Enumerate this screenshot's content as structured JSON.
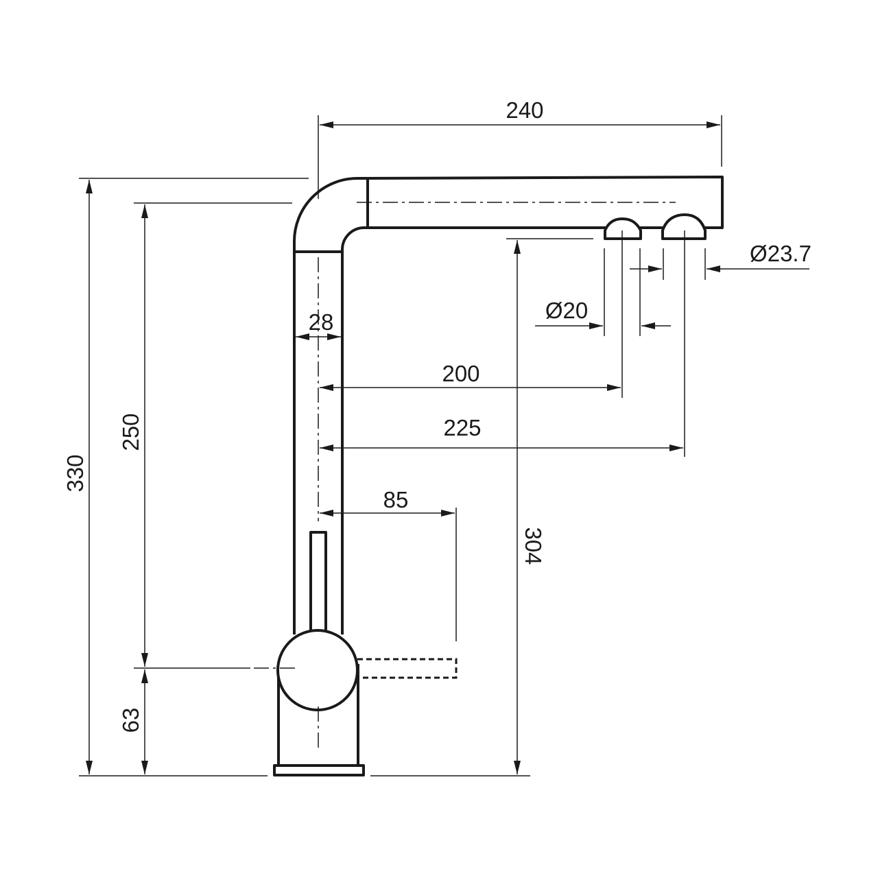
{
  "dimensions": {
    "total_width": "240",
    "total_height": "330",
    "pivot_height": "250",
    "base_height": "63",
    "spout_height": "304",
    "body_diameter": "28",
    "reach_outlet_1": "200",
    "reach_outlet_2": "225",
    "lever_reach": "85",
    "outlet_1_diameter": "Ø20",
    "outlet_2_diameter": "Ø23.7"
  },
  "colors": {
    "line": "#1a1a1a",
    "background": "#ffffff"
  }
}
